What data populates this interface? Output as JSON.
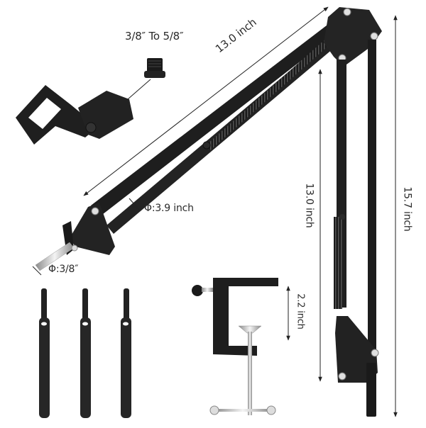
{
  "figure": {
    "title": "Microphone boom arm stand kit with dimensions",
    "colors": {
      "background": "#ffffff",
      "metal_black": "#1e1e1e",
      "metal_dark": "#2b2b2b",
      "chrome": "#c8c8c8",
      "dimension_line": "#222222",
      "label_text": "#2a2a2a"
    }
  },
  "labels": {
    "adapter": "3/8″ To 5/8″",
    "arm_length": "13.0 inch",
    "tube_diameter": "Φ:3.9 inch",
    "screw_diameter": "Φ:3/8″",
    "lower_arm_height": "13.0 inch",
    "total_height": "15.7 inch",
    "clamp_opening": "2.2 inch"
  },
  "parts": {
    "adapter": {
      "name": "Thread adapter 3/8 to 5/8"
    },
    "mic_clip": {
      "name": "Microphone clip holder"
    },
    "boom_arm": {
      "name": "Scissor boom arm with springs"
    },
    "desk_clamp": {
      "name": "C-clamp desk mount"
    },
    "cable_ties": {
      "name": "Hook-and-loop cable ties",
      "count": 3
    }
  }
}
